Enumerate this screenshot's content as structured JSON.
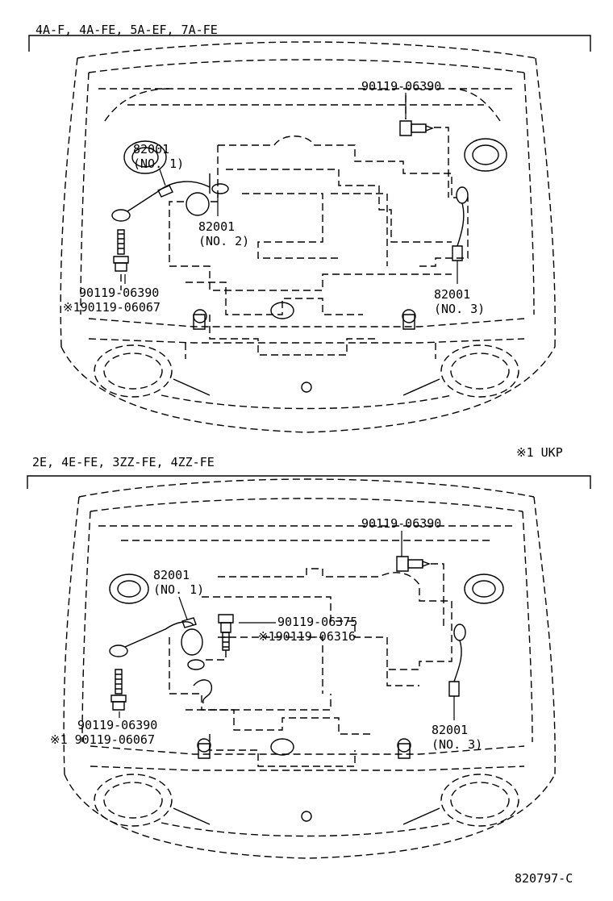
{
  "top_panel": {
    "title": "4A-F, 4A-FE, 5A-EF, 7A-FE",
    "labels": {
      "bolt_top": "90119-06390",
      "wire1_part": "82001",
      "wire1_no": "(NO. 1)",
      "wire2_part": "82001",
      "wire2_no": "(NO. 2)",
      "wire3_part": "82001",
      "wire3_no": "(NO. 3)",
      "bolt_left": "90119-06390",
      "bolt_left_alt": "※190119-06067"
    }
  },
  "note": "※1  UKP",
  "bottom_panel": {
    "title": "2E, 4E-FE, 3ZZ-FE, 4ZZ-FE",
    "labels": {
      "bolt_top": "90119-06390",
      "wire1_part": "82001",
      "wire1_no": "(NO. 1)",
      "bolt_mid": "90119-06375",
      "bolt_mid_alt": "※190119-06316",
      "bolt_left": "90119-06390",
      "bolt_left_alt": "※1  90119-06067",
      "wire3_part": "82001",
      "wire3_no": "(NO. 3)"
    }
  },
  "drawing_code": "820797-C"
}
